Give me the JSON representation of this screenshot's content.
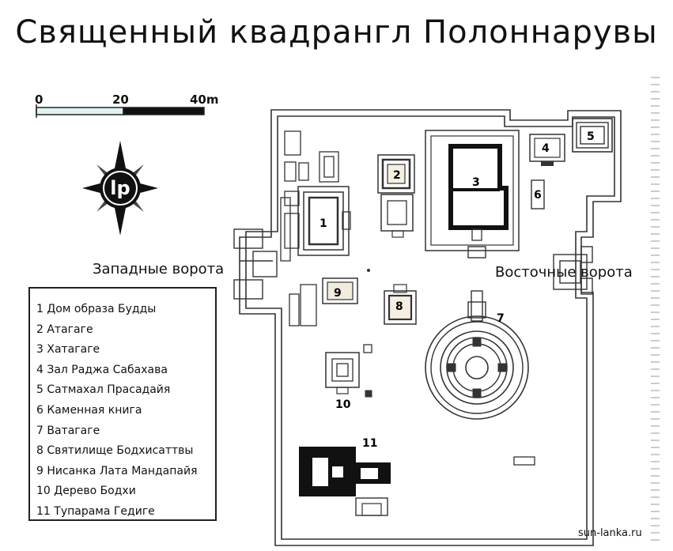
{
  "title": "Священный квадрангл Полоннарувы",
  "scale": {
    "labels": [
      "0",
      "20",
      "40m"
    ]
  },
  "compass": {
    "logo_text": "lp"
  },
  "gates": {
    "west": "Западные ворота",
    "east": "Восточные ворота"
  },
  "legend": [
    "1 Дом образа Будды",
    "2 Атагаге",
    "3 Хатагаге",
    "4 Зал Раджа Сабахава",
    "5 Сатмахал Прасадайя",
    "6 Каменная книга",
    "7 Ватагаге",
    "8 Святилище Бодхисаттвы",
    "9 Нисанка Лата Мандапайя",
    "10 Дерево Бодхи",
    "11 Тупарама Гедиге"
  ],
  "numbers": [
    "1",
    "2",
    "3",
    "4",
    "5",
    "6",
    "7",
    "8",
    "9",
    "10",
    "11"
  ],
  "credit": "sun-lanka.ru"
}
